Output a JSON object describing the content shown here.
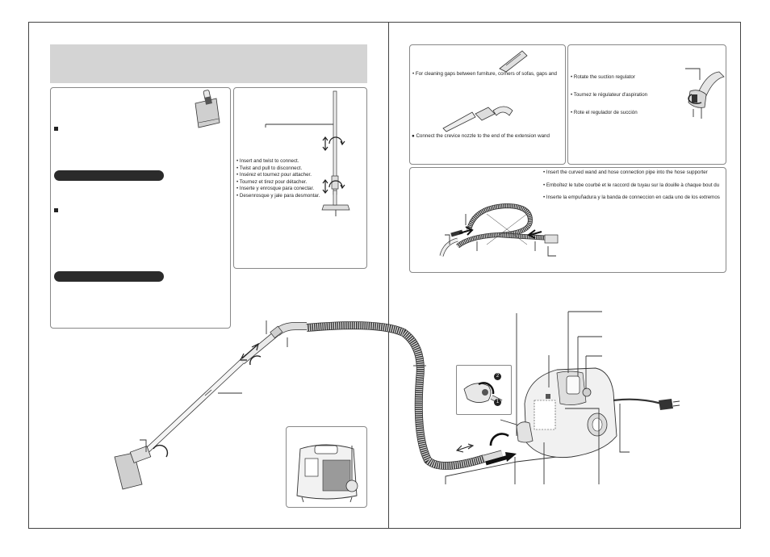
{
  "wand_instructions": {
    "line1": "• Insert and twist to connect.",
    "line2": "• Twist and pull to disconnect.",
    "line3": "• Insérez et tournez pour attacher.",
    "line4": "• Tournez et tirez pour détacher.",
    "line5": "• Inserte y enrosque para conectar.",
    "line6": "• Desenrosque y jale para desmontar."
  },
  "crevice_panel": {
    "text1": "•  For cleaning gaps between furniture, corners of sofas, gaps and",
    "text2": "● Connect the crevice nozzle to the end of the extension wand"
  },
  "regulator_panel": {
    "en": "•  Rotate the suction regulator",
    "fr": "•  Tournez le régulateur d'aspiration",
    "es": "•  Rote el regulador de succión"
  },
  "hose_panel": {
    "en": "•  Insert the curved wand and hose connection pipe into the hose supporter",
    "fr": "•  Emboîtez le tube courbé et le raccord de tuyau sur la douille à chaque bout du",
    "es": "•  Inserte la empuñadura y la banda de conneccion en cada uno de los extremos"
  },
  "step_badges": {
    "first": "2",
    "second": "1"
  },
  "colors": {
    "banner": "#d4d4d4",
    "pill": "#2b2b2b",
    "line": "#333333"
  }
}
